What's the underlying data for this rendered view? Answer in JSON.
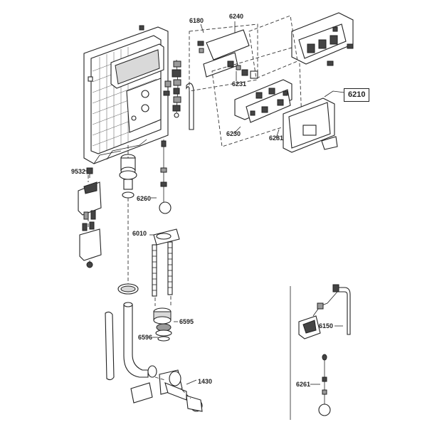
{
  "callouts": {
    "c6180": "6180",
    "c6240": "6240",
    "c6231": "6231",
    "c6210": "6210",
    "c6230": "6230",
    "c6281": "6281",
    "c9532": "9532",
    "c6260": "6260",
    "c6010": "6010",
    "c6595": "6595",
    "c6596": "6596",
    "c1430": "1430",
    "c6150": "6150",
    "c6261": "6261"
  }
}
